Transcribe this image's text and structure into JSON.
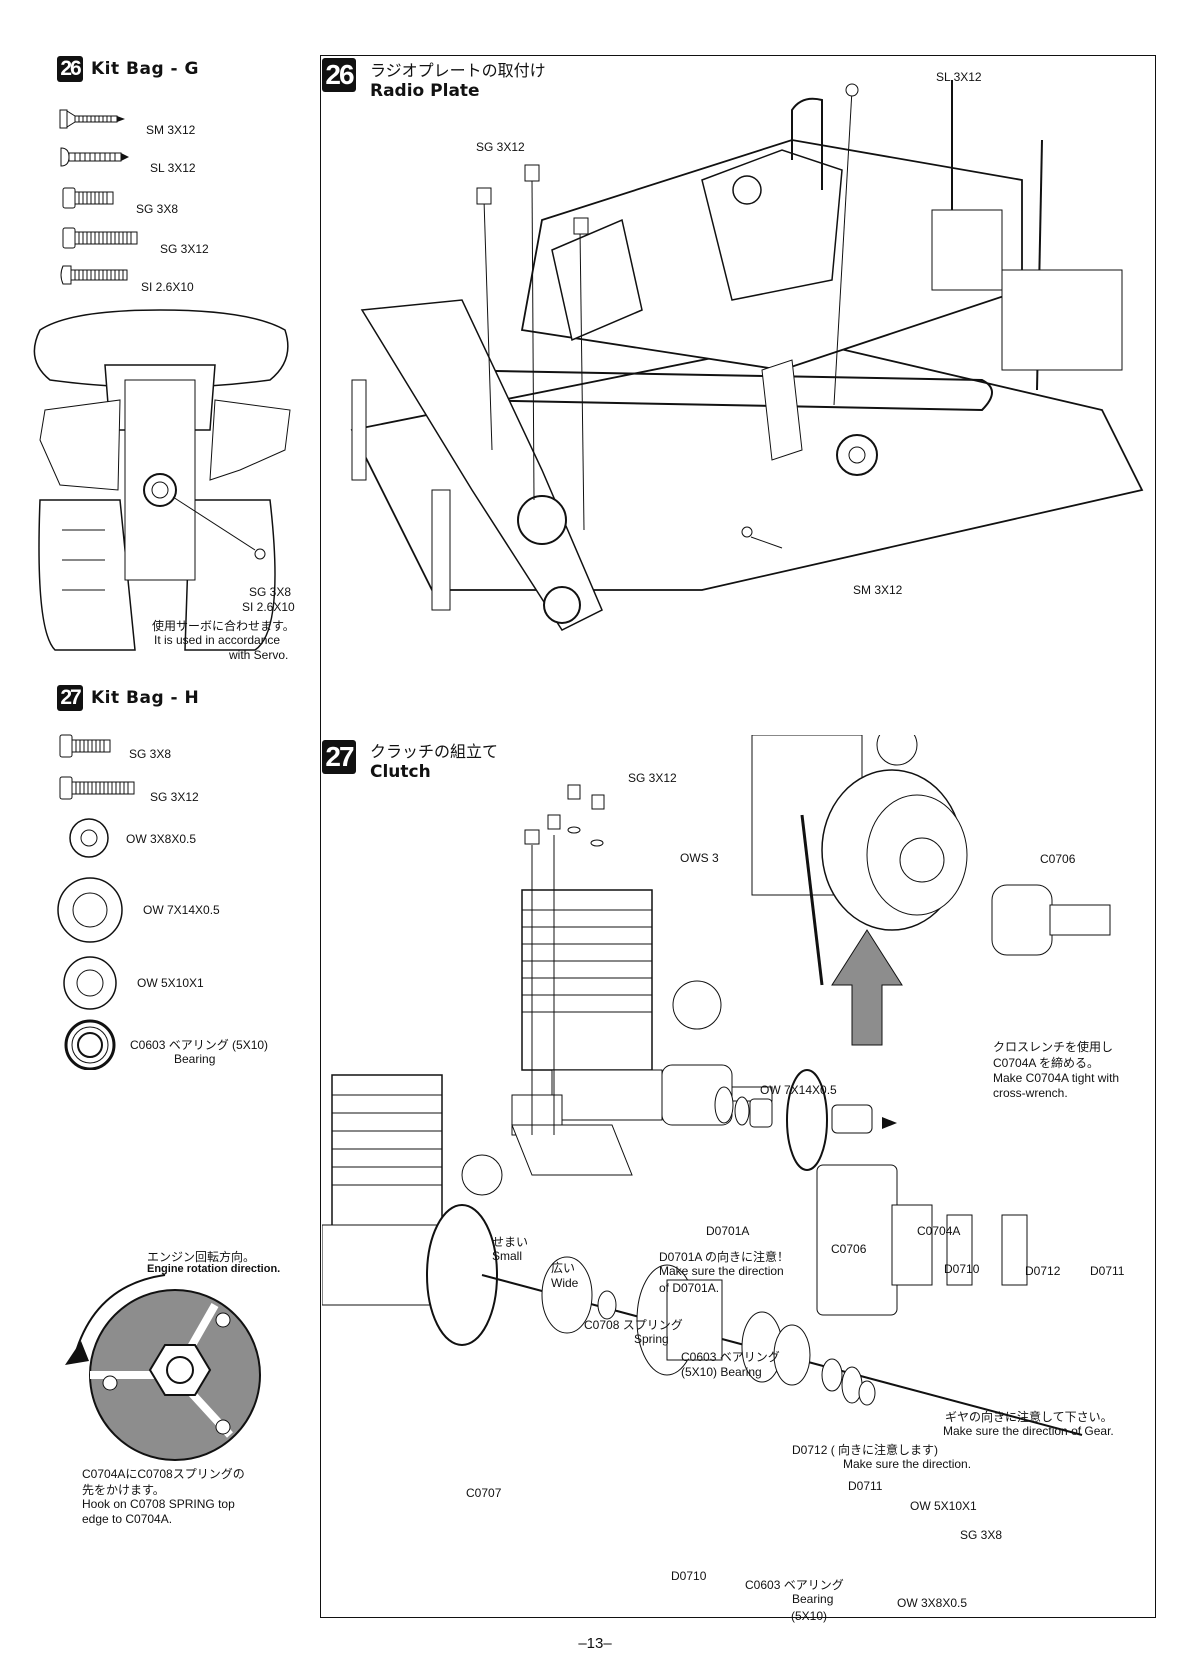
{
  "page_number": "–13–",
  "kit_g": {
    "step": "26",
    "title": "Kit Bag - G",
    "parts": [
      "SM 3X12",
      "SL 3X12",
      "SG 3X8",
      "SG 3X12",
      "SI 2.6X10"
    ],
    "callout_screw": "SG 3X8",
    "callout_screw2": "SI 2.6X10",
    "note_jp": "使用サーボに合わせます。",
    "note_en1": "It is used in accordance",
    "note_en2": "with Servo."
  },
  "kit_h": {
    "step": "27",
    "title": "Kit Bag - H",
    "parts": [
      "SG 3X8",
      "SG 3X12",
      "OW 3X8X0.5",
      "OW 7X14X0.5",
      "OW 5X10X1",
      "C0603 ベアリング (5X10)"
    ],
    "bearing_en": "Bearing",
    "rotation_jp": "エンジン回転方向。",
    "rotation_en": "Engine rotation direction.",
    "hook_jp1": "C0704AにC0708スプリングの",
    "hook_jp2": "先をかけます。",
    "hook_en1": "Hook on C0708 SPRING top",
    "hook_en2": "edge to C0704A."
  },
  "step26": {
    "number": "26",
    "title_jp": "ラジオプレートの取付け",
    "title_en": "Radio Plate",
    "labels": {
      "sl": "SL 3X12",
      "sg": "SG 3X12",
      "sm": "SM 3X12"
    }
  },
  "step27": {
    "number": "27",
    "title_jp": "クラッチの組立て",
    "title_en": "Clutch",
    "labels": {
      "sg312": "SG 3X12",
      "ows3": "OWS 3",
      "c0706a": "C0706",
      "wrench_jp1": "クロスレンチを使用し",
      "wrench_jp2": "C0704A を締める。",
      "wrench_en1": "Make C0704A tight with",
      "wrench_en2": "cross-wrench.",
      "ow714": "OW 7X14X0.5",
      "d0701a": "D0701A",
      "c0706b": "C0706",
      "c0704a": "C0704A",
      "semai": "せまい",
      "small": "Small",
      "hiroi": "広い",
      "wide": "Wide",
      "d0701a_jp": "D0701A の向きに注意！",
      "d0701a_en1": "Make sure the direction",
      "d0701a_en2": "of D0701A.",
      "d0710": "D0710",
      "d0712": "D0712",
      "d0711": "D0711",
      "gear_jp": "ギヤの向きに注意して下さい。",
      "gear_en": "Make sure the direction of Gear.",
      "c0708_jp": "C0708 スプリング",
      "c0708_en": "Spring",
      "c0603_jp": "C0603 ベアリング",
      "c0603_en": "(5X10)  Bearing",
      "d0712_jp": "D0712 ( 向きに注意します)",
      "d0712_en": "Make sure  the direction.",
      "d0711b": "D0711",
      "ow5101": "OW 5X10X1",
      "sg38": "SG 3X8",
      "c0707": "C0707",
      "d0710b": "D0710",
      "c0603b_jp": "C0603 ベアリング",
      "c0603b_en1": "Bearing",
      "c0603b_en2": "(5X10)",
      "ow385": "OW 3X8X0.5"
    }
  }
}
